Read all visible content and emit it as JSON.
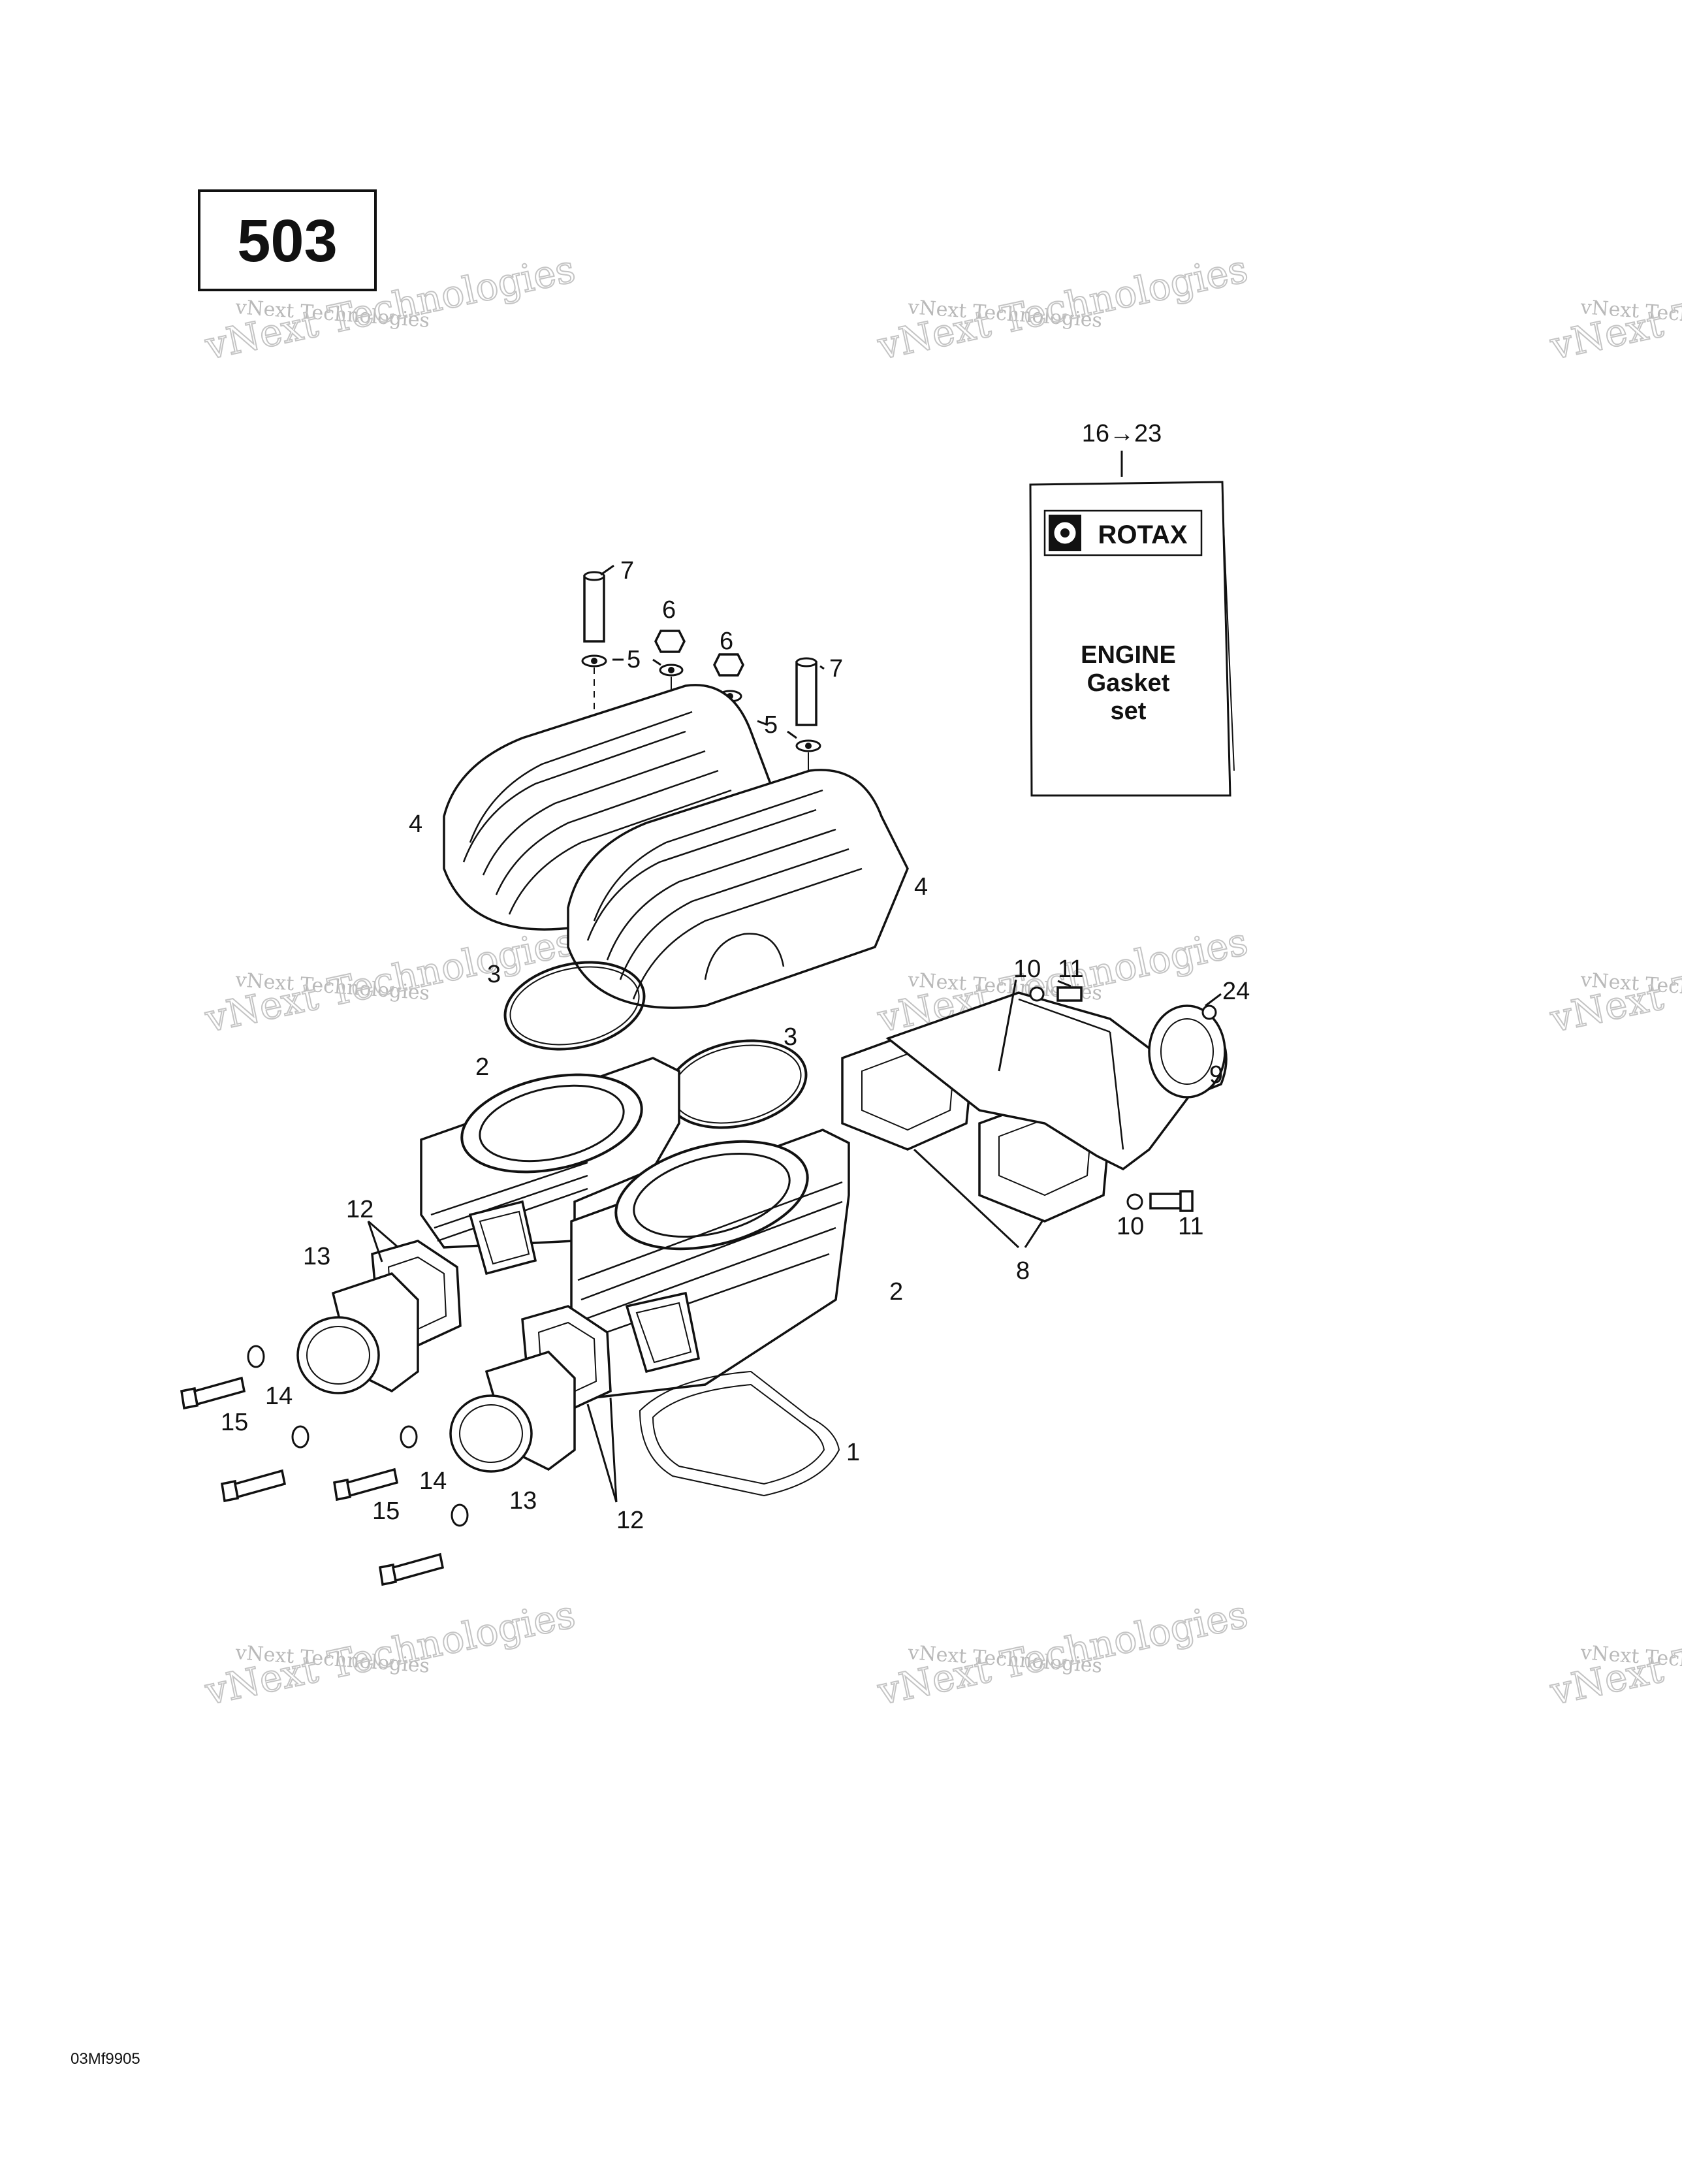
{
  "page": {
    "section_number": "503",
    "footer_code": "03Mf9905"
  },
  "gasket_set": {
    "callout": "16→23",
    "brand": "ROTAX",
    "line1": "ENGINE",
    "line2": "Gasket",
    "line3": "set"
  },
  "watermark": {
    "line1": "vNext Technologies",
    "line2": "vNext Technologies"
  },
  "callouts": [
    {
      "id": "c7a",
      "label": "7"
    },
    {
      "id": "c6a",
      "label": "6"
    },
    {
      "id": "c5a",
      "label": "5"
    },
    {
      "id": "c6b",
      "label": "6"
    },
    {
      "id": "c7b",
      "label": "7"
    },
    {
      "id": "c5b",
      "label": "5"
    },
    {
      "id": "c4a",
      "label": "4"
    },
    {
      "id": "c4b",
      "label": "4"
    },
    {
      "id": "c3a",
      "label": "3"
    },
    {
      "id": "c3b",
      "label": "3"
    },
    {
      "id": "c2a",
      "label": "2"
    },
    {
      "id": "c2b",
      "label": "2"
    },
    {
      "id": "c10a",
      "label": "10"
    },
    {
      "id": "c11a",
      "label": "11"
    },
    {
      "id": "c24",
      "label": "24"
    },
    {
      "id": "c9",
      "label": "9"
    },
    {
      "id": "c10b",
      "label": "10"
    },
    {
      "id": "c11b",
      "label": "11"
    },
    {
      "id": "c8",
      "label": "8"
    },
    {
      "id": "c12a",
      "label": "12"
    },
    {
      "id": "c13a",
      "label": "13"
    },
    {
      "id": "c14a",
      "label": "14"
    },
    {
      "id": "c15a",
      "label": "15"
    },
    {
      "id": "c14b",
      "label": "14"
    },
    {
      "id": "c15b",
      "label": "15"
    },
    {
      "id": "c13b",
      "label": "13"
    },
    {
      "id": "c12b",
      "label": "12"
    },
    {
      "id": "c1",
      "label": "1"
    }
  ]
}
